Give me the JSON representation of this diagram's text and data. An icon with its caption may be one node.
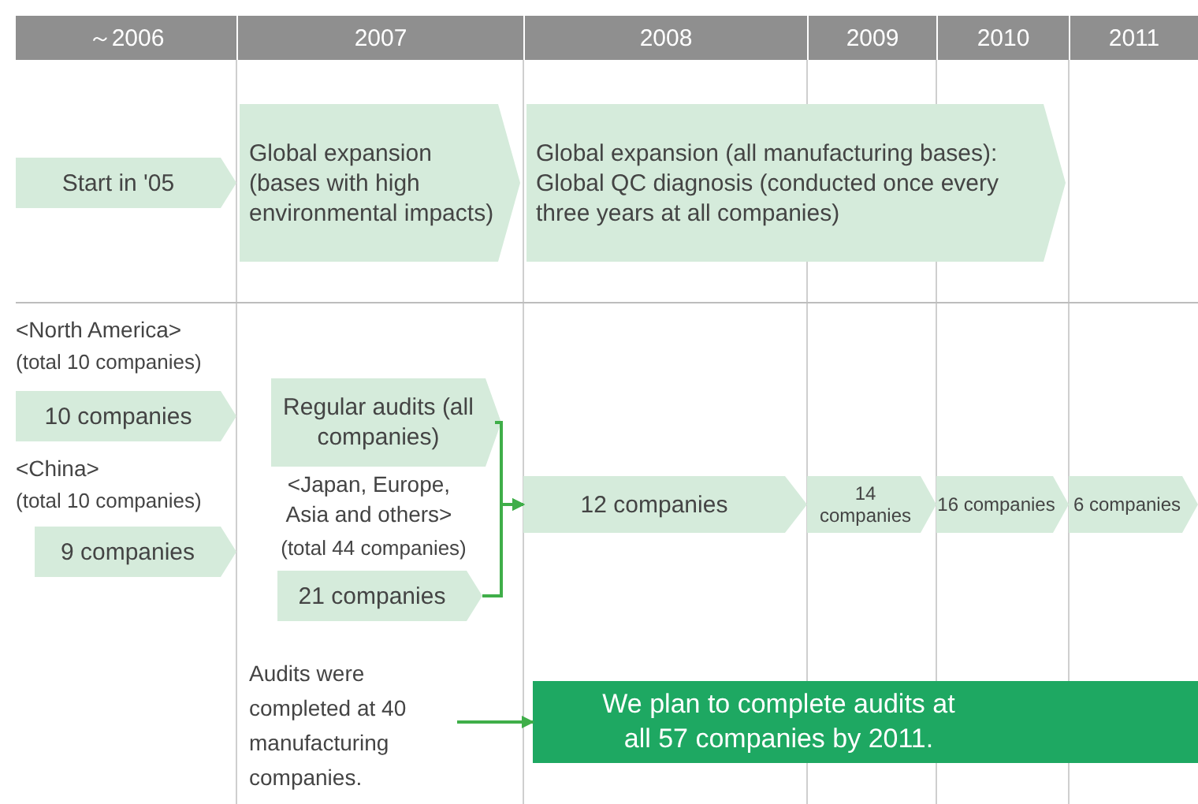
{
  "diagram": {
    "nodes": [
      {
        "text": [
          "Start in '05"
        ]
      },
      {
        "text": [
          "Global expansion (bases with high environmental impacts)"
        ]
      },
      {
        "text": [
          "Global expansion (all manufacturing bases): Global QC diagnosis (conducted once every three years at all companies)"
        ]
      },
      {
        "text": [
          "10 companies"
        ]
      },
      {
        "text": [
          "9 companies"
        ]
      },
      {
        "text": [
          "Regular audits (all companies)"
        ]
      },
      {
        "text": [
          "21 companies"
        ]
      },
      {
        "text": [
          "12 companies"
        ]
      },
      {
        "text": [
          "14 companies"
        ]
      },
      {
        "text": [
          "16 companies"
        ]
      },
      {
        "text": [
          "6 companies"
        ]
      },
      {
        "text": [
          "Audits were completed at 40 manufacturing companies."
        ]
      },
      {
        "text": [
          "We plan to complete audits at all 57 companies by 2011."
        ]
      }
    ],
    "edges": [
      {
        "from": 5,
        "to": 7,
        "arrow": "to"
      },
      {
        "from": 6,
        "to": 7,
        "arrow": "to"
      },
      {
        "from": 11,
        "to": 12,
        "arrow": "to"
      }
    ],
    "labels": [
      "～2006",
      "2007",
      "2008",
      "2009",
      "2010",
      "2011",
      "<North America>",
      "(total 10 companies)",
      "<China>",
      "(total 10 companies)",
      "<Japan, Europe, Asia and others>",
      "(total 44 companies)"
    ]
  }
}
